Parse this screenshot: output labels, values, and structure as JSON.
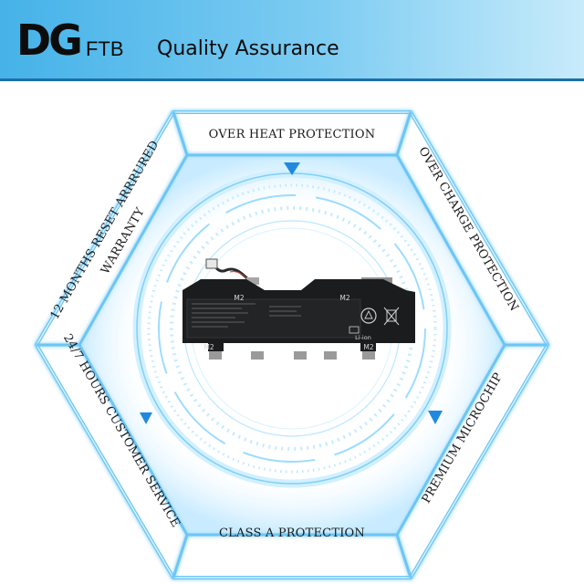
{
  "header": {
    "logo_main": "DG",
    "logo_sub": "FTB",
    "slogan": "Quality Assurance"
  },
  "segments": {
    "top": "OVER HEAT PROTECTION",
    "top_right": "OVER CHARGE PROTECTION",
    "bottom_right": "PREMIUM MICROCHIP",
    "bottom": "CLASS A PROTECTION",
    "bottom_left": "24/7 HOURS CUSTOMER SERVICE",
    "top_left_line1": "12 MONTHS RESET ARRRURED",
    "top_left_line2": "WARRANTY"
  },
  "battery": {
    "mark": "M2",
    "battery_type": "Li-ion"
  },
  "colors": {
    "accent_blue": "#1f8ae0",
    "frame_glow": "#8fd6ff",
    "battery_body": "#1b1c1e"
  }
}
